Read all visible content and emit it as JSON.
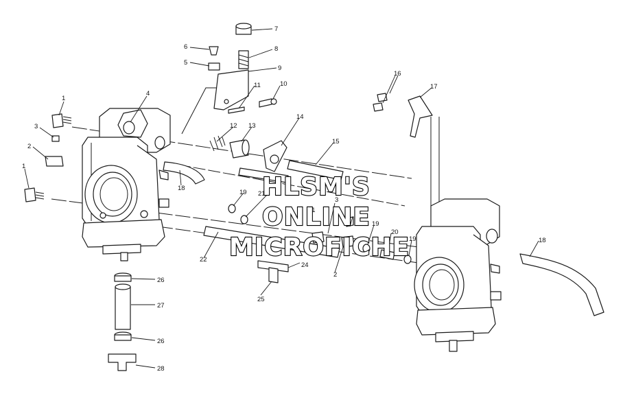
{
  "watermark": {
    "line1": "HLSM'S",
    "line2": "ONLINE",
    "line3": "MICROFICHE"
  },
  "callouts": {
    "c1a": "1",
    "c1b": "1",
    "c2a": "2",
    "c2b": "2",
    "c3a": "3",
    "c3b": "3",
    "c4": "4",
    "c5": "5",
    "c6": "6",
    "c7": "7",
    "c8": "8",
    "c9": "9",
    "c10": "10",
    "c11": "11",
    "c12": "12",
    "c13": "13",
    "c14": "14",
    "c15": "15",
    "c16": "16",
    "c17": "17",
    "c18a": "18",
    "c18b": "18",
    "c19a": "19",
    "c19b": "19",
    "c19c": "19",
    "c20": "20",
    "c21a": "21",
    "c21b": "21",
    "c22": "22",
    "c24": "24",
    "c25": "25",
    "c26a": "26",
    "c26b": "26",
    "c27": "27",
    "c28": "28"
  }
}
